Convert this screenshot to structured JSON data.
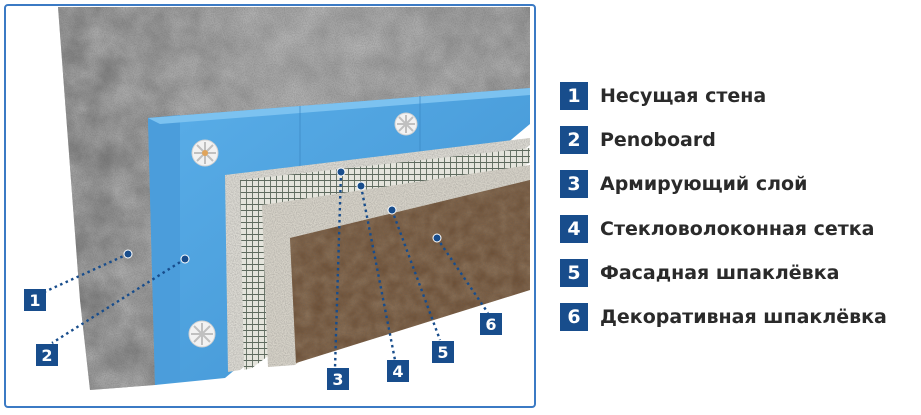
{
  "legend": {
    "items": [
      {
        "number": "1",
        "label": "Несущая стена"
      },
      {
        "number": "2",
        "label": "Penoboard"
      },
      {
        "number": "3",
        "label": "Армирующий слой"
      },
      {
        "number": "4",
        "label": "Стекловолоконная сетка"
      },
      {
        "number": "5",
        "label": "Фасадная шпаклёвка"
      },
      {
        "number": "6",
        "label": "Декоративная шпаклёвка"
      }
    ]
  },
  "callouts": [
    "1",
    "2",
    "3",
    "4",
    "5",
    "6"
  ],
  "colors": {
    "frame": "#3b7ac4",
    "badge": "#184d8c",
    "wall": "#8d8d8d",
    "penoboard": "#4c9fdc",
    "reinforcing_layer": "#dcdad3",
    "mesh": "#e4e4dc",
    "facade_putty": "#d7d3c9",
    "decorative_putty": "#6e5036"
  }
}
